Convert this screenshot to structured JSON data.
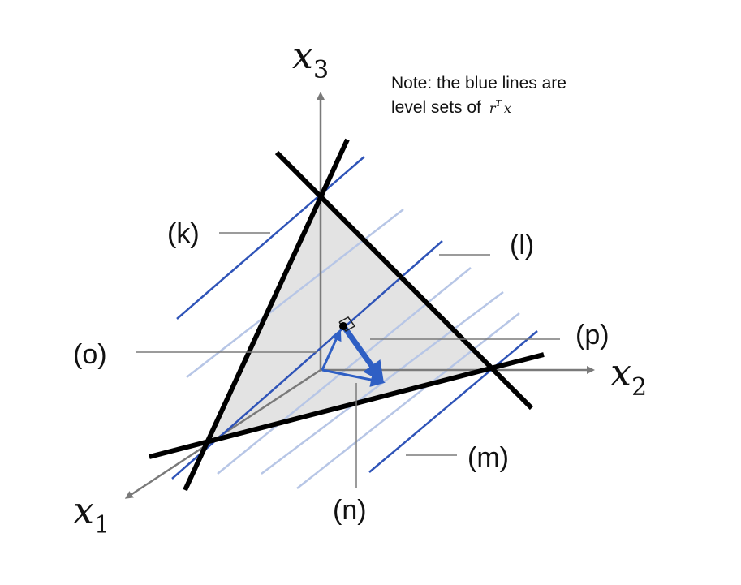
{
  "axes": {
    "x1": {
      "var": "x",
      "sub": "1"
    },
    "x2": {
      "var": "x",
      "sub": "2"
    },
    "x3": {
      "var": "x",
      "sub": "3"
    }
  },
  "note": {
    "line1": "Note: the blue lines are",
    "line2_prefix": "level sets of",
    "math_r": "r",
    "math_sup": "T",
    "math_x": "x"
  },
  "labels": {
    "k": "(k)",
    "l": "(l)",
    "m": "(m)",
    "n": "(n)",
    "o": "(o)",
    "p": "(p)"
  },
  "colors": {
    "level_set": "#2f54b8",
    "level_set_light": "#b7c6e6",
    "vector": "#2f5fc4",
    "constraint": "#000000",
    "axis": "#7a7a7a",
    "region": "#e3e3e3"
  }
}
